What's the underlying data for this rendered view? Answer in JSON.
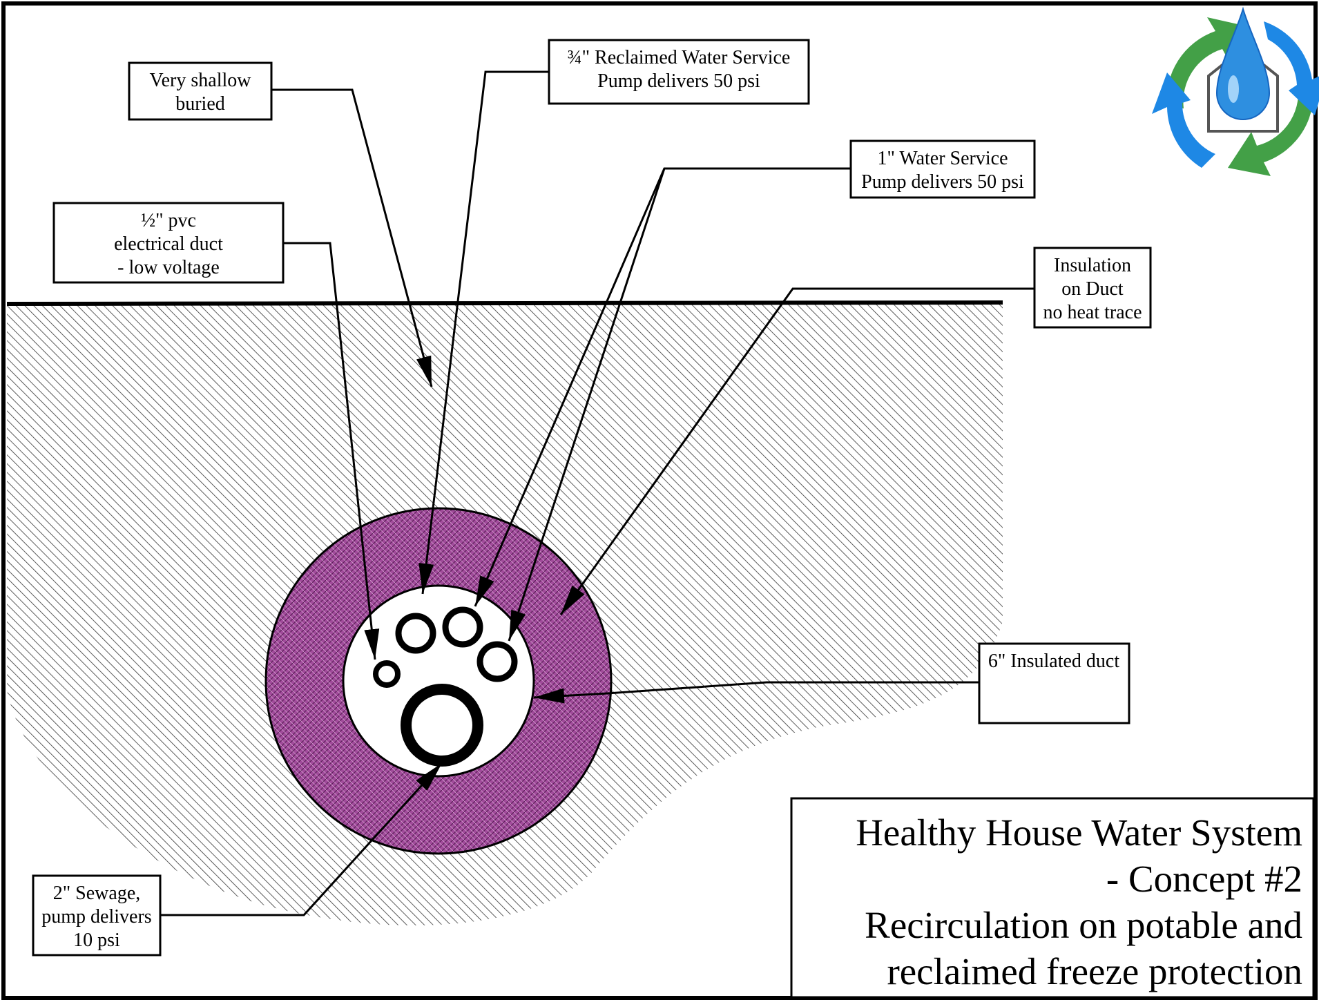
{
  "title": {
    "lines": [
      "Healthy House Water System",
      "- Concept #2",
      "Recirculation on potable and",
      "reclaimed freeze protection"
    ]
  },
  "labels": {
    "shallow": [
      "Very shallow",
      "buried"
    ],
    "reclaimed": [
      "¾\" Reclaimed Water Service",
      "Pump delivers 50 psi"
    ],
    "water": [
      "1\" Water Service",
      "Pump delivers 50 psi"
    ],
    "pvc": [
      "½\" pvc",
      "electrical duct",
      "- low voltage"
    ],
    "insulation": [
      "Insulation",
      "on Duct",
      "no heat trace"
    ],
    "duct": [
      "6\" Insulated duct"
    ],
    "sewage": [
      "2\" Sewage,",
      "pump delivers",
      "10 psi"
    ]
  },
  "logo": {
    "icon": "water-drop-recycle-house-icon",
    "colors": [
      "#1e88e5",
      "#43a047",
      "#64b5f6"
    ]
  },
  "colors": {
    "insulation_fill": "#9c3f96",
    "ground_hatch": "#333333",
    "line": "#000000"
  }
}
